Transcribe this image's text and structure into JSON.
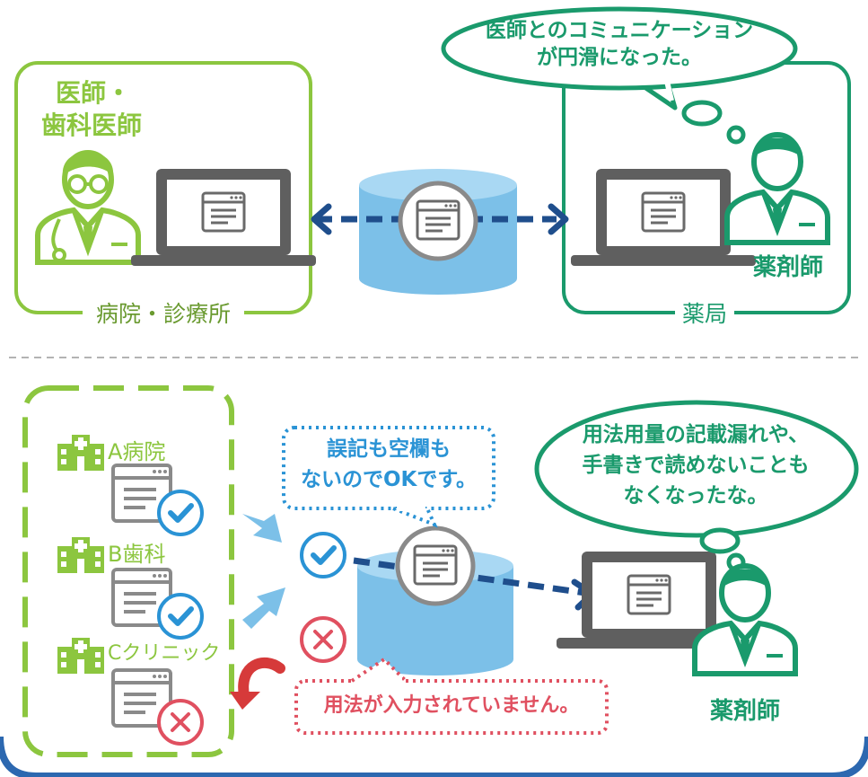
{
  "colors": {
    "light_green": "#8cc63f",
    "dark_green": "#1a9a6c",
    "navy": "#1f4e8c",
    "db_blue": "#7cc0e8",
    "check_blue": "#2a93d5",
    "error_red": "#e05060",
    "arrow_red": "#d63a3a",
    "laptop_gray": "#5f5f5f",
    "frame_blue": "#2c68b0"
  },
  "top": {
    "doctor_label_line1": "医師・",
    "doctor_label_line2": "歯科医師",
    "hospital_caption": "病院・診療所",
    "pharmacy_caption": "薬局",
    "pharmacist_label": "薬剤師",
    "bubble_line1": "医師とのコミュニケーション",
    "bubble_line2": "が円滑になった。"
  },
  "bottom": {
    "clinics": [
      {
        "name": "A病院",
        "status": "check"
      },
      {
        "name": "B歯科",
        "status": "check"
      },
      {
        "name": "Cクリニック",
        "status": "error"
      }
    ],
    "ok_bubble_line1": "誤記も空欄も",
    "ok_bubble_line2": "ないのでOKです。",
    "error_message": "用法が入力されていません。",
    "thought_line1": "用法用量の記載漏れや、",
    "thought_line2": "手書きで読めないことも",
    "thought_line3": "なくなったな。",
    "pharmacist_label": "薬剤師"
  },
  "icons": [
    "doctor-icon",
    "pharmacist-icon",
    "laptop-icon",
    "database-icon",
    "document-window-icon",
    "hospital-building-icon",
    "check-icon",
    "error-x-icon",
    "return-arrow-icon",
    "thought-dots-icon"
  ]
}
